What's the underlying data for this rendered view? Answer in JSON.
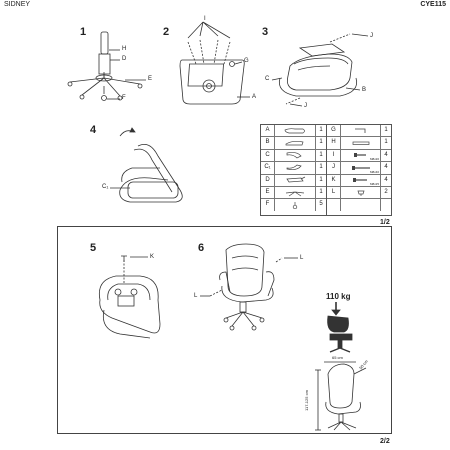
{
  "header": {
    "title": "SIDNEY",
    "code": "CYE115"
  },
  "steps": {
    "s1": "1",
    "s2": "2",
    "s3": "3",
    "s4": "4",
    "s5": "5",
    "s6": "6"
  },
  "page1_number": "1/2",
  "page2_number": "2/2",
  "part_letters": {
    "s1": [
      "H",
      "D",
      "E",
      "F"
    ],
    "s2": [
      "I",
      "G",
      "A"
    ],
    "s3": [
      "J",
      "C",
      "B",
      "J"
    ],
    "s4": [
      "C₁"
    ],
    "s5": [
      "K"
    ],
    "s6": [
      "L",
      "L"
    ]
  },
  "parts_table": {
    "left": [
      {
        "letter": "A",
        "qty": "1",
        "icon": "seat-part-icon"
      },
      {
        "letter": "B",
        "qty": "1",
        "icon": "backrest-part-icon"
      },
      {
        "letter": "C",
        "qty": "1",
        "icon": "armrest-part-icon"
      },
      {
        "letter": "C₁",
        "qty": "1",
        "icon": "armrest-part-icon"
      },
      {
        "letter": "D",
        "qty": "1",
        "icon": "mechanism-part-icon"
      },
      {
        "letter": "E",
        "qty": "1",
        "icon": "base-part-icon"
      },
      {
        "letter": "F",
        "qty": "5",
        "icon": "caster-part-icon"
      }
    ],
    "right": [
      {
        "letter": "G",
        "qty": "1",
        "icon": "allen-key-icon"
      },
      {
        "letter": "H",
        "qty": "1",
        "icon": "gas-lift-icon"
      },
      {
        "letter": "I",
        "qty": "4",
        "icon": "bolt-icon",
        "size": "M8x20"
      },
      {
        "letter": "J",
        "qty": "4",
        "icon": "bolt-icon",
        "size": "M8x40"
      },
      {
        "letter": "K",
        "qty": "4",
        "icon": "bolt-icon",
        "size": "M8x25"
      },
      {
        "letter": "L",
        "qty": "2",
        "icon": "screw-cover-icon"
      }
    ]
  },
  "spec": {
    "max_load": "110 kg",
    "width": "65 cm",
    "depth": "50 cm",
    "height": "117-125 cm"
  }
}
